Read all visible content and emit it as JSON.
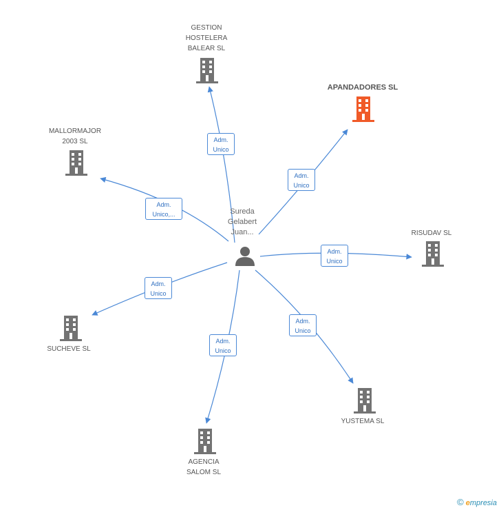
{
  "center": {
    "label": "Sureda\nGelabert\nJuan...",
    "icon": "person-icon"
  },
  "companies": [
    {
      "id": "gestion-hostelera-balear",
      "label": "GESTION\nHOSTELERA\nBALEAR SL",
      "highlight": false,
      "relation": "Adm.\nUnico"
    },
    {
      "id": "apandadores",
      "label": "APANDADORES SL",
      "highlight": true,
      "relation": "Adm.\nUnico"
    },
    {
      "id": "mallormajor-2003",
      "label": "MALLORMAJOR\n2003 SL",
      "highlight": false,
      "relation": "Adm.\nUnico,..."
    },
    {
      "id": "risudav",
      "label": "RISUDAV SL",
      "highlight": false,
      "relation": "Adm.\nUnico"
    },
    {
      "id": "sucheve",
      "label": "SUCHEVE SL",
      "highlight": false,
      "relation": "Adm.\nUnico"
    },
    {
      "id": "yustema",
      "label": "YUSTEMA SL",
      "highlight": false,
      "relation": "Adm.\nUnico"
    },
    {
      "id": "agencia-salom",
      "label": "AGENCIA\nSALOM SL",
      "highlight": false,
      "relation": "Adm.\nUnico"
    }
  ],
  "colors": {
    "edge": "#4a88d6",
    "building": "#737373",
    "building_highlight": "#f05a28",
    "person": "#666666"
  },
  "footer": {
    "copyright_symbol": "©",
    "brand_initial": "e",
    "brand_rest": "mpresia"
  }
}
